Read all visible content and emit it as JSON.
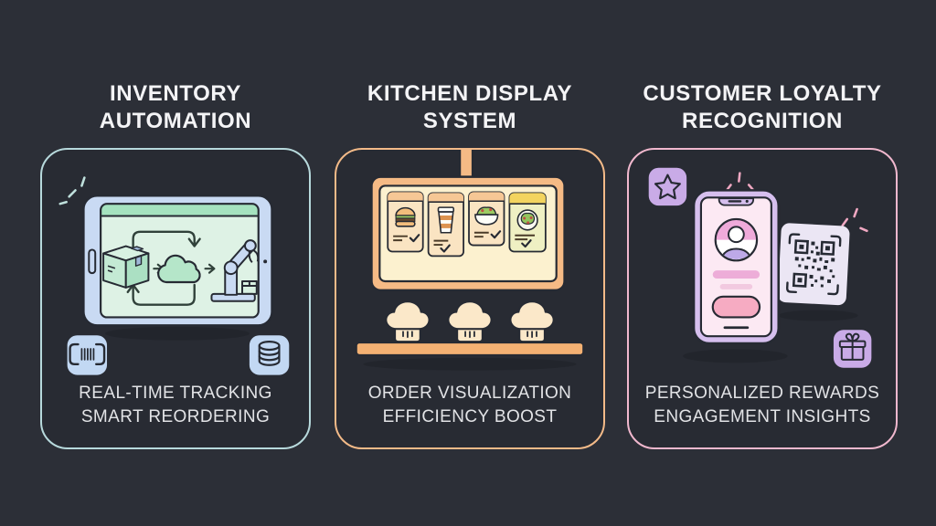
{
  "page": {
    "background_color": "#2c2f37",
    "panel_background": "#282b33",
    "outline_color": "#262a33",
    "title_color": "#f4f4f6",
    "caption_color": "#e2e3e6"
  },
  "sections": [
    {
      "id": "inventory-automation",
      "title": "INVENTORY\nAUTOMATION",
      "caption": "REAL-TIME TRACKING\nSMART REORDERING",
      "accent_color": "#b7d9dc",
      "icons": [
        "sparkle-icon",
        "tablet-icon",
        "package-box-icon",
        "sync-arrows-icon",
        "cloud-icon",
        "robot-arm-icon",
        "barcode-icon",
        "database-icon"
      ]
    },
    {
      "id": "kitchen-display-system",
      "title": "KITCHEN DISPLAY\nSYSTEM",
      "caption": "ORDER VISUALIZATION\nEFFICIENCY BOOST",
      "accent_color": "#f3ba88",
      "icons": [
        "kitchen-display-icon",
        "burger-icon",
        "coffee-cup-icon",
        "salad-bowl-icon",
        "salad-plate-icon",
        "checkmark-icon",
        "chef-hat-icon",
        "shelf-icon"
      ]
    },
    {
      "id": "customer-loyalty-recognition",
      "title": "CUSTOMER LOYALTY\nRECOGNITION",
      "caption": "PERSONALIZED REWARDS\nENGAGEMENT INSIGHTS",
      "accent_color": "#f1b8ce",
      "icons": [
        "star-badge-icon",
        "sparkle-icon",
        "smartphone-icon",
        "user-avatar-icon",
        "qr-code-icon",
        "gift-badge-icon"
      ]
    }
  ]
}
